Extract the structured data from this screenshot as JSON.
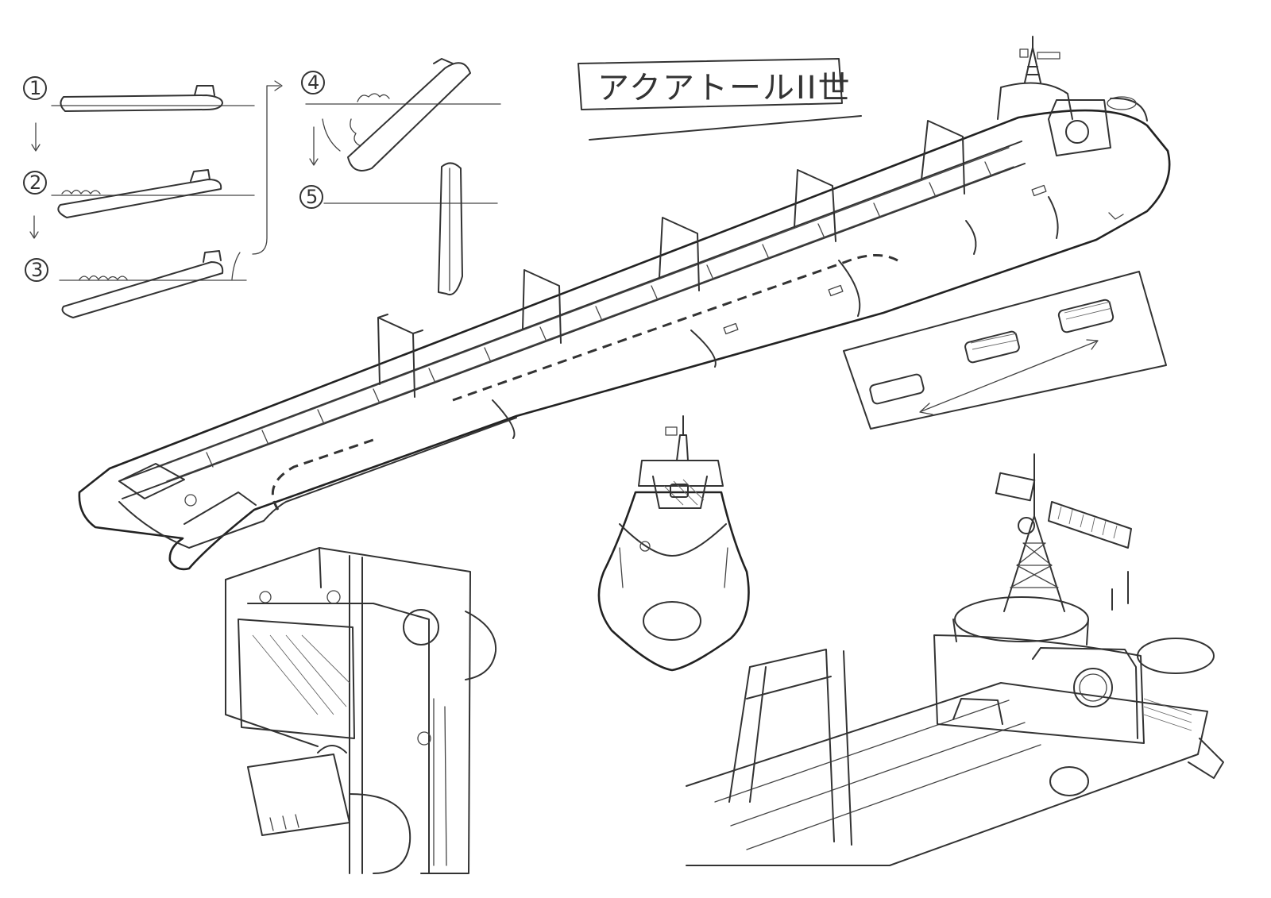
{
  "title_box": {
    "title": "アクアトールII世"
  },
  "sequence_panel": {
    "steps": [
      {
        "number": "1"
      },
      {
        "number": "2"
      },
      {
        "number": "3"
      },
      {
        "number": "4"
      },
      {
        "number": "5"
      }
    ]
  },
  "colors": {
    "ink": "#333333",
    "paper": "#ffffff"
  },
  "icons": [
    "down-arrow-icon",
    "curved-arrow-icon",
    "double-headed-arrow-icon"
  ]
}
